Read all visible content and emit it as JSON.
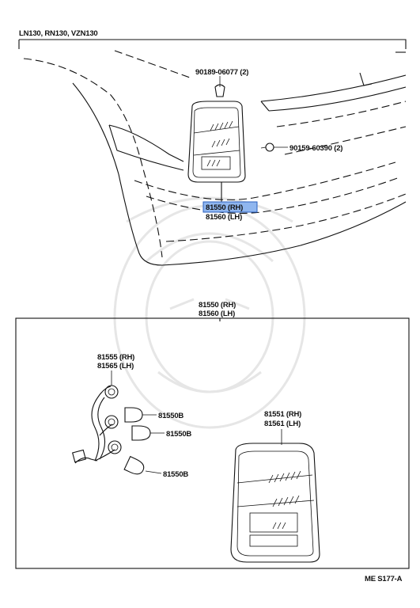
{
  "header": {
    "models": "LN130, RN130, VZN130"
  },
  "diagram_code": "ME S177-A",
  "callouts": {
    "screw": "90189-06077 (2)",
    "nut": "90159-60390 (2)",
    "lamp_assy_top_rh": "81550 (RH)",
    "lamp_assy_top_lh": "81560 (LH)",
    "lamp_assy_box_rh": "81550 (RH)",
    "lamp_assy_box_lh": "81560 (LH)",
    "socket_rh": "81555 (RH)",
    "socket_lh": "81565 (LH)",
    "bulb_1": "81550B",
    "bulb_2": "81550B",
    "bulb_3": "81550B",
    "lens_rh": "81551 (RH)",
    "lens_lh": "81561 (LH)"
  },
  "colors": {
    "highlight_fill": "#8fb6ef",
    "highlight_stroke": "#2a5fbd",
    "ink": "#111111"
  },
  "icons": {
    "watermark": "samurai-mask-watermark"
  }
}
